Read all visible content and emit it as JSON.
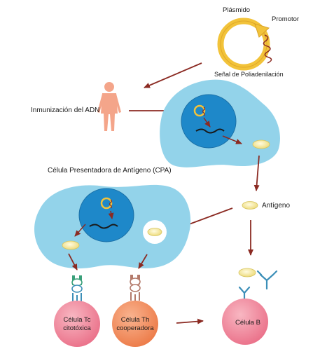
{
  "labels": {
    "plasmid": "Plásmido",
    "promoter": "Promotor",
    "polyadenylation": "Señal de Poliadenilación",
    "dna_immunization": "Inmunización del ADN",
    "apc": "Célula Presentadora de Antígeno (CPA)",
    "antigen": "Antígeno",
    "tc_cell_line1": "Célula Tc",
    "tc_cell_line2": "citotóxica",
    "th_cell_line1": "Célula Th",
    "th_cell_line2": "cooperadora",
    "b_cell": "Célula B"
  },
  "colors": {
    "plasmid": "#f2c33a",
    "arrow": "#8b2a22",
    "cell_body": "#93d3ea",
    "nucleus": "#1e88c9",
    "antigen": "#f5eaa0",
    "tc_cell": "#f07e95",
    "th_cell": "#f08a5c",
    "b_cell": "#f07e95",
    "receptor": "#3c8fb8",
    "person": "#f4a58a"
  },
  "icons": [
    "person-icon",
    "plasmid-icon",
    "dna-strand-icon",
    "antibody-icon",
    "receptor-icon",
    "mhc-complex-icon"
  ]
}
